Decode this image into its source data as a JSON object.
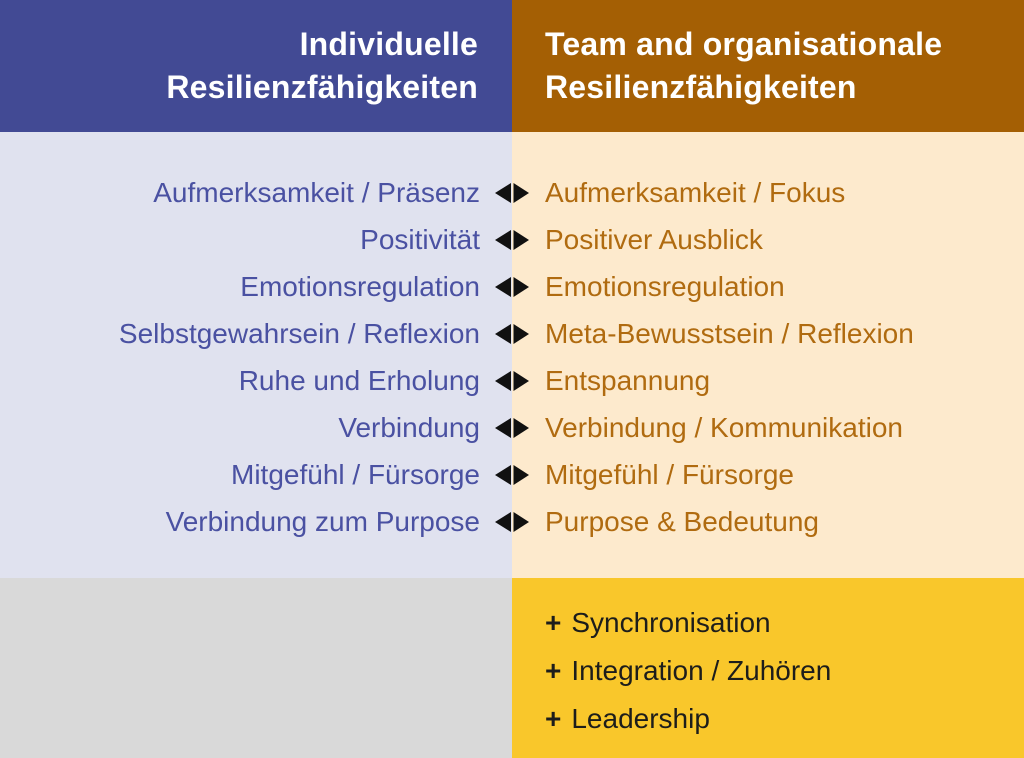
{
  "header": {
    "left": {
      "line1": "Individuelle",
      "line2": "Resilienzfähigkeiten"
    },
    "right": {
      "line1": "Team and organisationale",
      "line2": "Resilienzfähigkeiten"
    }
  },
  "mapping_rows": [
    {
      "left": "Aufmerksamkeit / Präsenz",
      "right": "Aufmerksamkeit / Fokus"
    },
    {
      "left": "Positivität",
      "right": "Positiver Ausblick"
    },
    {
      "left": "Emotionsregulation",
      "right": "Emotionsregulation"
    },
    {
      "left": "Selbstgewahrsein / Reflexion",
      "right": "Meta-Bewusstsein / Reflexion"
    },
    {
      "left": "Ruhe und Erholung",
      "right": "Entspannung"
    },
    {
      "left": "Verbindung",
      "right": "Verbindung / Kommunikation"
    },
    {
      "left": "Mitgefühl / Fürsorge",
      "right": "Mitgefühl / Fürsorge"
    },
    {
      "left": "Verbindung zum Purpose",
      "right": "Purpose & Bedeutung"
    }
  ],
  "team_additions": {
    "items": [
      {
        "prefix": "+",
        "label": "Synchronisation"
      },
      {
        "prefix": "+",
        "label": "Integration / Zuhören"
      },
      {
        "prefix": "+",
        "label": "Leadership"
      }
    ]
  },
  "icons": {
    "row_connector": "left-right-diamond-arrow-icon"
  },
  "colors": {
    "header_left_bg": "#424a94",
    "header_right_bg": "#a45f04",
    "body_left_bg": "#e0e2ef",
    "body_right_bg": "#fdeacd",
    "bottom_left_bg": "#d9d9d9",
    "bottom_right_bg": "#f9c72b",
    "left_text": "#4a51a2",
    "right_text": "#b06b10",
    "bottom_text": "#1d1d1b",
    "header_text": "#ffffff",
    "arrow_icon": "#111111"
  }
}
